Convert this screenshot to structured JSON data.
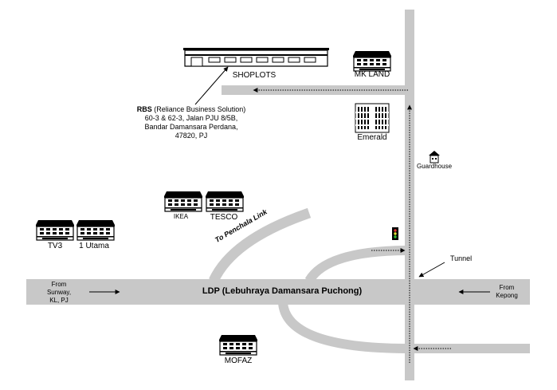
{
  "map": {
    "road_color": "#c8c8c8",
    "building_color": "#000000",
    "main_road": "LDP (Lebuhraya Damansara Puchong)",
    "link_road": "To Penchala Link",
    "from_west": "From\nSunway,\nKL, PJ",
    "from_east": "From\nKepong",
    "tunnel": "Tunnel",
    "guardhouse": "Guardhouse"
  },
  "office": {
    "name": "RBS",
    "full_name": "(Reliance Business Solution)",
    "address": [
      "60-3 & 62-3, Jalan PJU 8/5B,",
      "Bandar Damansara Perdana,",
      "47820, PJ"
    ]
  },
  "landmarks": {
    "shoplots": "SHOPLOTS",
    "mk_land": "MK LAND",
    "emerald": "Emerald",
    "ikea": "IKEA",
    "tesco": "TESCO",
    "tv3": "TV3",
    "utama": "1 Utama",
    "mofaz": "MOFAZ"
  }
}
